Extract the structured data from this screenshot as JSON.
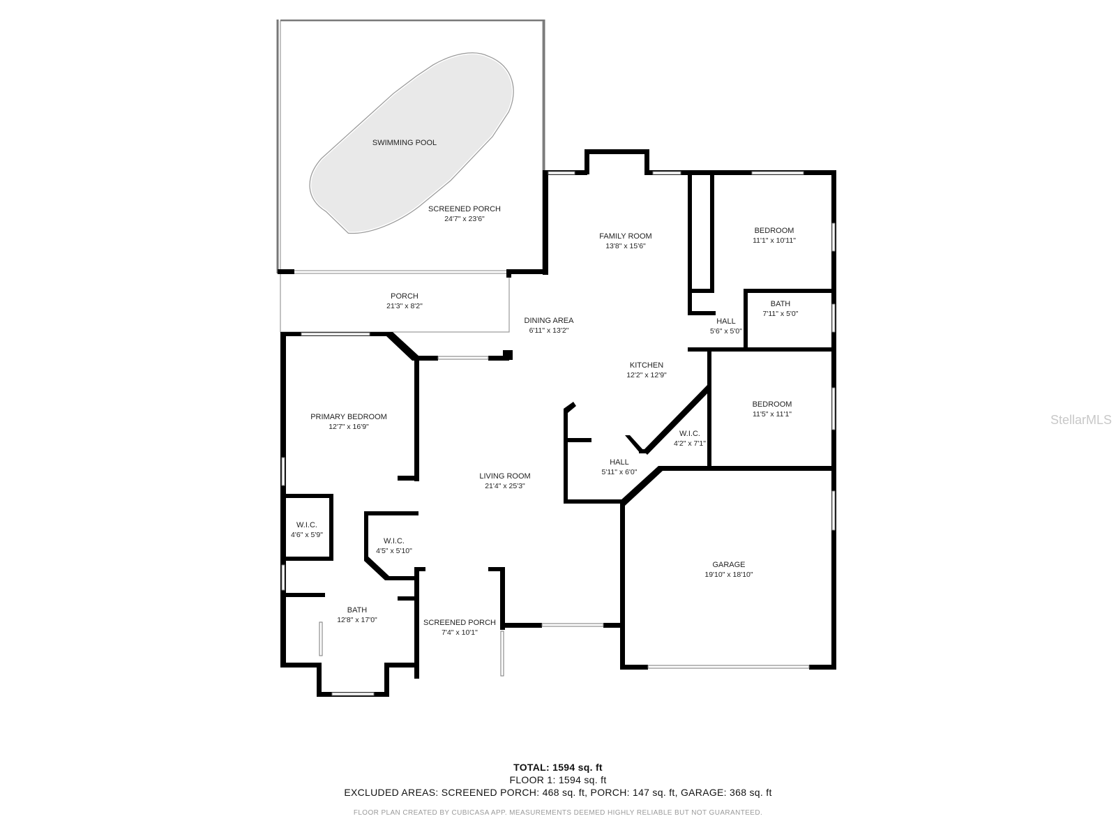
{
  "rooms": {
    "pool": {
      "name": "SWIMMING POOL",
      "dim": ""
    },
    "screened_porch_top": {
      "name": "SCREENED PORCH",
      "dim": "24'7\" x 23'6\""
    },
    "family_room": {
      "name": "FAMILY ROOM",
      "dim": "13'8\" x 15'6\""
    },
    "bedroom_top": {
      "name": "BEDROOM",
      "dim": "11'1\" x 10'11\""
    },
    "porch": {
      "name": "PORCH",
      "dim": "21'3\" x 8'2\""
    },
    "dining_area": {
      "name": "DINING AREA",
      "dim": "6'11\" x 13'2\""
    },
    "hall_top": {
      "name": "HALL",
      "dim": "5'6\" x 5'0\""
    },
    "bath_right": {
      "name": "BATH",
      "dim": "7'11\" x 5'0\""
    },
    "kitchen": {
      "name": "KITCHEN",
      "dim": "12'2\" x 12'9\""
    },
    "primary_bedroom": {
      "name": "PRIMARY BEDROOM",
      "dim": "12'7\" x 16'9\""
    },
    "bedroom_mid": {
      "name": "BEDROOM",
      "dim": "11'5\" x 11'1\""
    },
    "wic_right": {
      "name": "W.I.C.",
      "dim": "4'2\" x 7'1\""
    },
    "hall_mid": {
      "name": "HALL",
      "dim": "5'11\" x 6'0\""
    },
    "living_room": {
      "name": "LIVING ROOM",
      "dim": "21'4\" x 25'3\""
    },
    "wic_left1": {
      "name": "W.I.C.",
      "dim": "4'6\" x 5'9\""
    },
    "wic_left2": {
      "name": "W.I.C.",
      "dim": "4'5\" x 5'10\""
    },
    "garage": {
      "name": "GARAGE",
      "dim": "19'10\" x 18'10\""
    },
    "bath_primary": {
      "name": "BATH",
      "dim": "12'8\" x 17'0\""
    },
    "screened_porch_bottom": {
      "name": "SCREENED PORCH",
      "dim": "7'4\" x 10'1\""
    }
  },
  "footer": {
    "total": "TOTAL: 1594 sq. ft",
    "floor1": "FLOOR 1: 1594 sq. ft",
    "excluded": "EXCLUDED AREAS: SCREENED PORCH: 468 sq. ft, PORCH: 147 sq. ft, GARAGE: 368 sq. ft",
    "disclaimer": "FLOOR PLAN CREATED BY CUBICASA APP. MEASUREMENTS DEEMED HIGHLY RELIABLE BUT NOT GUARANTEED."
  },
  "watermark": "StellarMLS",
  "colors": {
    "wall": "#000000",
    "pool_fill": "#e9e9e9",
    "window": "#ffffff"
  }
}
